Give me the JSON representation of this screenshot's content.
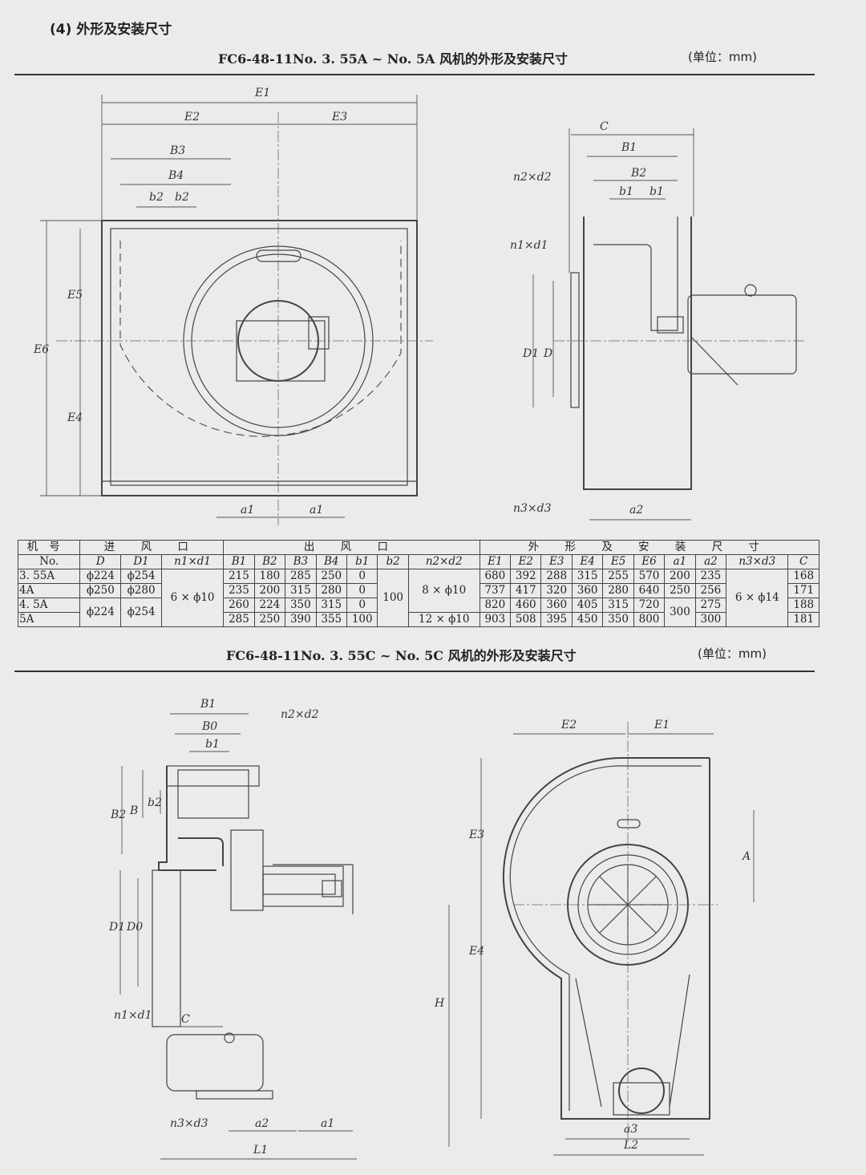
{
  "section_heading": "(4) 外形及安装尺寸",
  "figure_a": {
    "title": "FC6-48-11No. 3. 55A ~ No. 5A 风机的外形及安装尺寸",
    "unit": "(单位：mm)",
    "front_labels": [
      "E1",
      "E2",
      "E3",
      "B3",
      "B4",
      "b2",
      "b2",
      "E5",
      "E6",
      "E4",
      "a1",
      "a1"
    ],
    "side_labels": [
      "C",
      "B1",
      "B2",
      "b1",
      "b1",
      "n2×d2",
      "n1×d1",
      "D1",
      "D",
      "n3×d3",
      "a2"
    ]
  },
  "table": {
    "group_headers": [
      "机号",
      "进 风 口",
      "出 风 口",
      "外 形 及 安 装 尺 寸"
    ],
    "no_label": "No.",
    "columns": [
      "D",
      "D1",
      "n1×d1",
      "B1",
      "B2",
      "B3",
      "B4",
      "b1",
      "b2",
      "n2×d2",
      "E1",
      "E2",
      "E3",
      "E4",
      "E5",
      "E6",
      "a1",
      "a2",
      "n3×d3",
      "C"
    ],
    "models": [
      "3. 55A",
      "4A",
      "4. 5A",
      "5A"
    ],
    "D": [
      "ϕ224",
      "ϕ250",
      "ϕ224"
    ],
    "D1": [
      "ϕ254",
      "ϕ280",
      "ϕ254"
    ],
    "n1d1": "6 × ϕ10",
    "rows": [
      {
        "B1": "215",
        "B2": "180",
        "B3": "285",
        "B4": "250",
        "b1": "0",
        "E1": "680",
        "E2": "392",
        "E3": "288",
        "E4": "315",
        "E5": "255",
        "E6": "570",
        "a1": "200",
        "a2": "235",
        "C": "168"
      },
      {
        "B1": "235",
        "B2": "200",
        "B3": "315",
        "B4": "280",
        "b1": "0",
        "E1": "737",
        "E2": "417",
        "E3": "320",
        "E4": "360",
        "E5": "280",
        "E6": "640",
        "a1": "250",
        "a2": "256",
        "C": "171"
      },
      {
        "B1": "260",
        "B2": "224",
        "B3": "350",
        "B4": "315",
        "b1": "0",
        "E1": "820",
        "E2": "460",
        "E3": "360",
        "E4": "405",
        "E5": "315",
        "E6": "720",
        "a2": "275",
        "C": "188"
      },
      {
        "B1": "285",
        "B2": "250",
        "B3": "390",
        "B4": "355",
        "b1": "100",
        "E1": "903",
        "E2": "508",
        "E3": "395",
        "E4": "450",
        "E5": "350",
        "E6": "800",
        "a2": "300",
        "C": "181"
      }
    ],
    "b2": "100",
    "n2d2": [
      "8 × ϕ10",
      "12 × ϕ10"
    ],
    "a1_shared": "300",
    "n3d3": "6 × ϕ14"
  },
  "figure_c": {
    "title": "FC6-48-11No. 3. 55C ~ No. 5C 风机的外形及安装尺寸",
    "unit": "(单位：mm)",
    "side_labels": [
      "B1",
      "n2×d2",
      "B0",
      "b1",
      "B2",
      "B",
      "b2",
      "D1",
      "D0",
      "n1×d1",
      "C",
      "n3×d3",
      "a2",
      "a1",
      "L1"
    ],
    "front_labels": [
      "E2",
      "E1",
      "E3",
      "A",
      "E4",
      "H",
      "a3",
      "L2"
    ]
  }
}
